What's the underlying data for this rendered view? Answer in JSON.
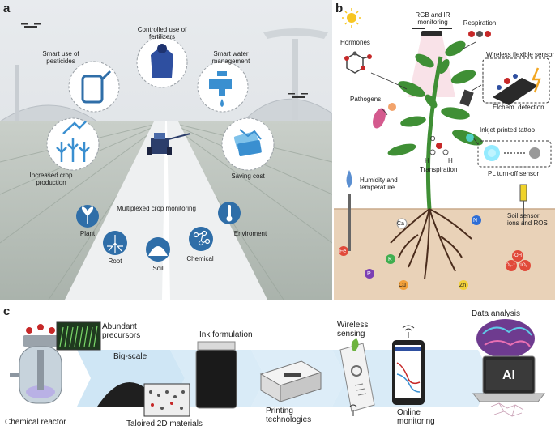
{
  "panel_a": {
    "letter": "a",
    "labels": {
      "fertilizers": [
        "Controlled use of",
        "fertilizers"
      ],
      "pesticides": [
        "Smart use of",
        "pesticides"
      ],
      "water": [
        "Smart water",
        "management"
      ],
      "crop": [
        "Increased crop",
        "production"
      ],
      "cost": "Saving cost",
      "monitoring": "Multiplexed crop monitoring",
      "plant": "Plant",
      "root": "Root",
      "soil": "Soil",
      "chemical": "Chemical",
      "environment": "Enviroment"
    }
  },
  "panel_b": {
    "letter": "b",
    "labels": {
      "rgb": [
        "RGB and IR",
        "monitoring"
      ],
      "respiration": "Respiration",
      "hormones": "Hormones",
      "wireless_sensor": "Wireless flexible sensor",
      "pathogens": "Pathogens",
      "echem": "Elchem. detection",
      "tattoo": "Inkjet printed tattoo",
      "transpiration": "Transpiration",
      "humidity": [
        "Humidity and",
        "temperature"
      ],
      "pl_sensor": "PL turn-off sensor",
      "soil_sensor": [
        "Soil sensor",
        "ions and ROS"
      ],
      "o": "O",
      "h1": "H",
      "h2": "H",
      "ions": [
        "Ca",
        "N",
        "Fe",
        "K",
        "P",
        "Cu",
        "Zn"
      ],
      "ros": [
        "·OH",
        "O₂·⁻",
        "¹O₂"
      ]
    }
  },
  "panel_c": {
    "letter": "c",
    "labels": {
      "precursors": [
        "Abundant",
        "precursors"
      ],
      "bigscale": "Big-scale",
      "ink": "Ink formulation",
      "wireless": [
        "Wireless",
        "sensing"
      ],
      "data": "Data analysis",
      "reactor": "Chemical reactor",
      "tailored": "Taloired 2D materials",
      "printing": [
        "Printing",
        "technologies"
      ],
      "online": [
        "Online",
        "monitoring"
      ],
      "ai": "AI"
    }
  },
  "colors": {
    "circle_blue": "#2f6ea8",
    "icon_blue": "#3a8fd0",
    "soil": "#e9d2b8",
    "plant_green": "#3f8f35",
    "arrow_blue": "#cfe6f5"
  }
}
